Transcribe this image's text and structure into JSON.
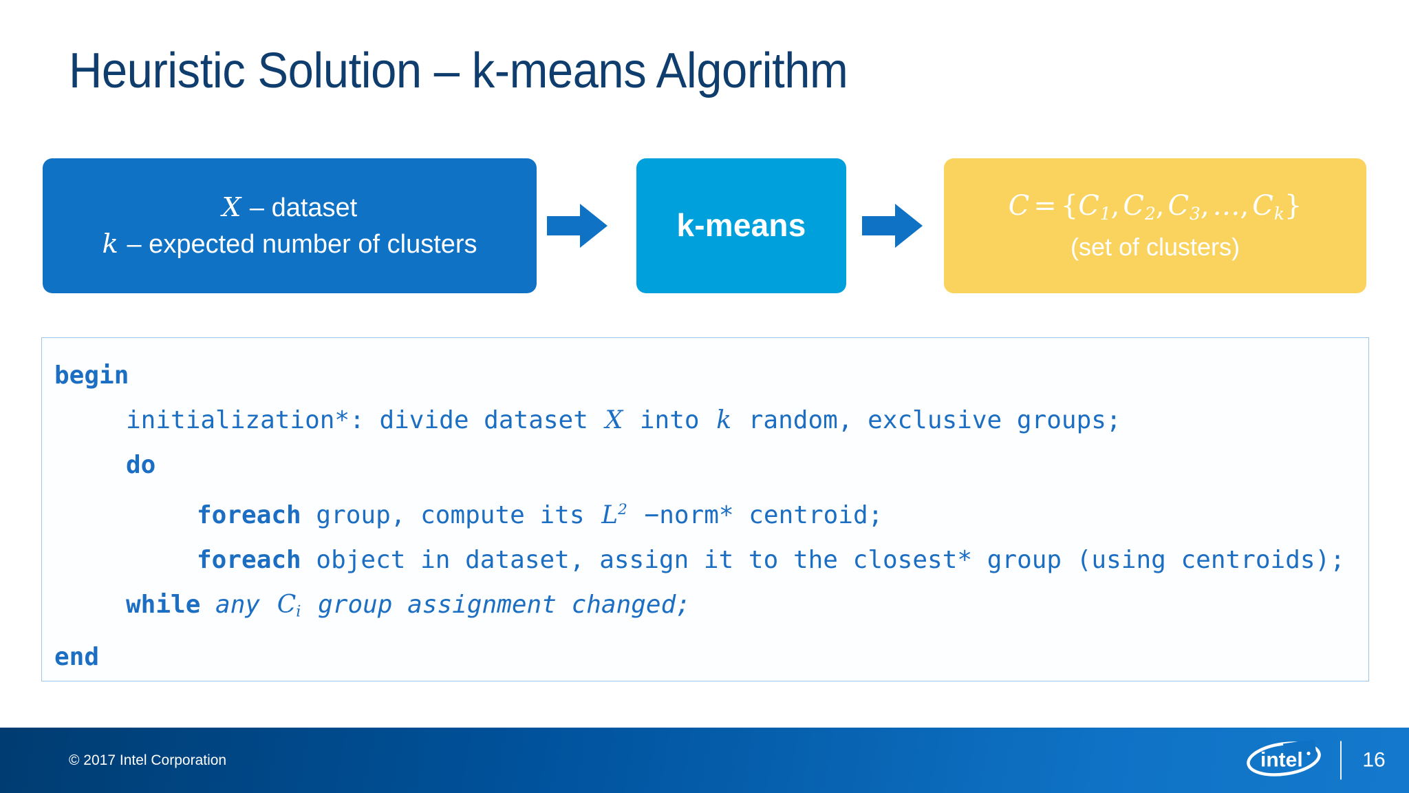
{
  "slide": {
    "title": "Heuristic Solution – k-means Algorithm",
    "page_number": "16",
    "colors": {
      "title": "#0E3D6E",
      "input_box": "#0F72C5",
      "algo_box": "#00A0DC",
      "output_box": "#F9D35E",
      "arrow": "#0F72C5",
      "code_text": "#1B6EC2",
      "code_border": "#9DC6E8",
      "footer_gradient_start": "#003C71",
      "footer_gradient_end": "#1479CC"
    }
  },
  "flow": {
    "input_box": {
      "line1_var": "X",
      "line1_text": " – dataset",
      "line2_var": "k",
      "line2_text": " – expected number of clusters"
    },
    "arrow1": "right-arrow-icon",
    "algo_box": {
      "label": "k-means"
    },
    "arrow2": "right-arrow-icon",
    "output_box": {
      "math": "C = {C1, C2, C3, …, Ck}",
      "math_lhs": "C",
      "math_eq": "=",
      "math_items": [
        "C1",
        "C2",
        "C3",
        "…",
        "Ck"
      ],
      "caption": "(set of clusters)"
    }
  },
  "pseudocode": {
    "lines": [
      {
        "indent": 0,
        "text": "begin",
        "style": "bold"
      },
      {
        "indent": 1,
        "text": "initialization*: divide dataset X into k random, exclusive groups;",
        "style": "normal"
      },
      {
        "indent": 1,
        "text": "do",
        "style": "bold"
      },
      {
        "indent": 2,
        "text": "foreach group, compute its L2 −norm* centroid;",
        "style": "mixed"
      },
      {
        "indent": 2,
        "text": "foreach object in dataset, assign it to the closest* group (using centroids);",
        "style": "mixed"
      },
      {
        "indent": 1,
        "text": "while any Ci group assignment changed;",
        "style": "mixed-italic"
      },
      {
        "indent": 0,
        "text": "end",
        "style": "bold"
      }
    ],
    "line0_begin": "begin",
    "line1_a": "initialization*: divide dataset ",
    "line1_var1": "X",
    "line1_b": " into ",
    "line1_var2": "k",
    "line1_c": " random, exclusive groups;",
    "line2_do": "do",
    "line3_kw": "foreach",
    "line3_a": " group, compute its ",
    "line3_var": "L",
    "line3_sup": "2",
    "line3_b": " −norm* centroid;",
    "line4_kw": "foreach",
    "line4_a": " object in dataset, assign it to the closest* group (using centroids);",
    "line5_kw": "while",
    "line5_a": " any ",
    "line5_var": "C",
    "line5_sub": "i",
    "line5_b": " group assignment changed;",
    "line6_end": "end"
  },
  "footer": {
    "copyright": "© 2017 Intel Corporation",
    "logo": "intel-logo",
    "page_number": "16"
  }
}
